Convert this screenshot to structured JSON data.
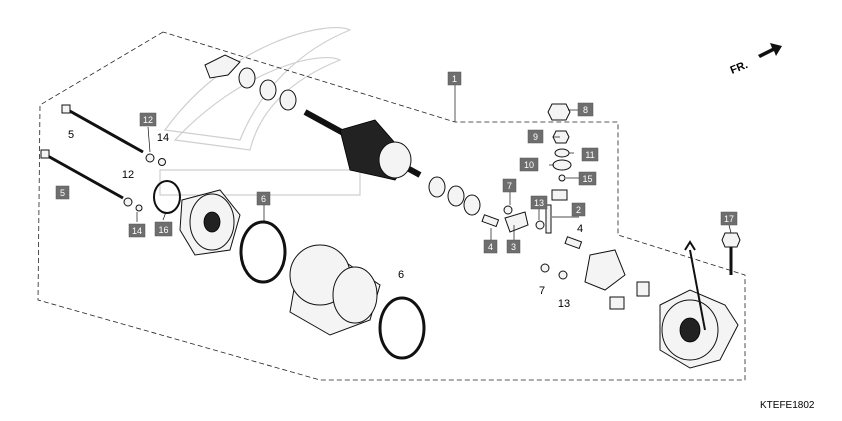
{
  "diagram": {
    "code": "KTEFE1802",
    "direction_label": "FR.",
    "callouts_boxed": [
      {
        "id": "c1",
        "label": "1"
      },
      {
        "id": "c2",
        "label": "2"
      },
      {
        "id": "c3",
        "label": "3"
      },
      {
        "id": "c4",
        "label": "4"
      },
      {
        "id": "c5",
        "label": "5"
      },
      {
        "id": "c6",
        "label": "6"
      },
      {
        "id": "c7",
        "label": "7"
      },
      {
        "id": "c8",
        "label": "8"
      },
      {
        "id": "c9",
        "label": "9"
      },
      {
        "id": "c10",
        "label": "10"
      },
      {
        "id": "c11",
        "label": "11"
      },
      {
        "id": "c12",
        "label": "12"
      },
      {
        "id": "c13",
        "label": "13"
      },
      {
        "id": "c14",
        "label": "14"
      },
      {
        "id": "c15",
        "label": "15"
      },
      {
        "id": "c16",
        "label": "16"
      },
      {
        "id": "c17",
        "label": "17"
      }
    ],
    "callouts_plain": [
      {
        "id": "p5",
        "label": "5"
      },
      {
        "id": "p14",
        "label": "14"
      },
      {
        "id": "p12",
        "label": "12"
      },
      {
        "id": "p6a",
        "label": "6"
      },
      {
        "id": "p6b",
        "label": "6"
      },
      {
        "id": "p4",
        "label": "4"
      },
      {
        "id": "p7",
        "label": "7"
      },
      {
        "id": "p13",
        "label": "13"
      }
    ]
  },
  "colors": {
    "callout_fill": "#6e6e6e",
    "line": "#111111",
    "watermark": "#cfcfcf"
  }
}
